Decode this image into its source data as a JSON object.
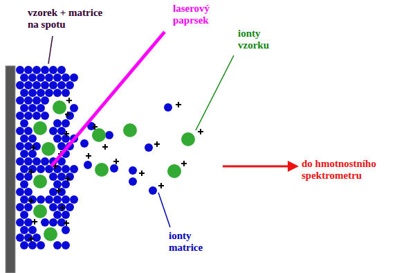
{
  "diagram": {
    "labels": [
      "vzorek + matrice na spotu",
      "laserový paprsek",
      "ionty vzorku",
      "do hmotnostního spektrometru",
      "ionty matrice"
    ]
  }
}
